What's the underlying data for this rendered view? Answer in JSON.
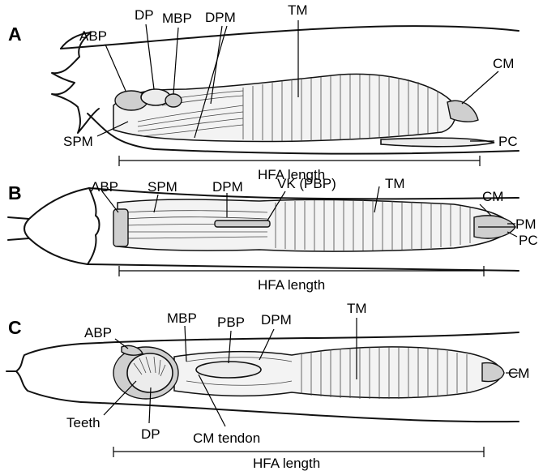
{
  "panels": {
    "A": {
      "letter": "A",
      "labels": {
        "abp": "ABP",
        "dp": "DP",
        "mbp": "MBP",
        "dpm": "DPM",
        "tm": "TM",
        "cm": "CM",
        "pc": "PC",
        "spm": "SPM"
      },
      "measure": "HFA length"
    },
    "B": {
      "letter": "B",
      "labels": {
        "abp": "ABP",
        "spm": "SPM",
        "dpm": "DPM",
        "vk": "VK (PBP)",
        "tm": "TM",
        "cm": "CM",
        "pm": "PM",
        "pc": "PC"
      },
      "measure": "HFA length"
    },
    "C": {
      "letter": "C",
      "labels": {
        "abp": "ABP",
        "mbp": "MBP",
        "pbp": "PBP",
        "dpm": "DPM",
        "tm": "TM",
        "cm": "CM",
        "teeth": "Teeth",
        "dp": "DP",
        "cm_tendon": "CM tendon"
      },
      "measure": "HFA length"
    }
  }
}
